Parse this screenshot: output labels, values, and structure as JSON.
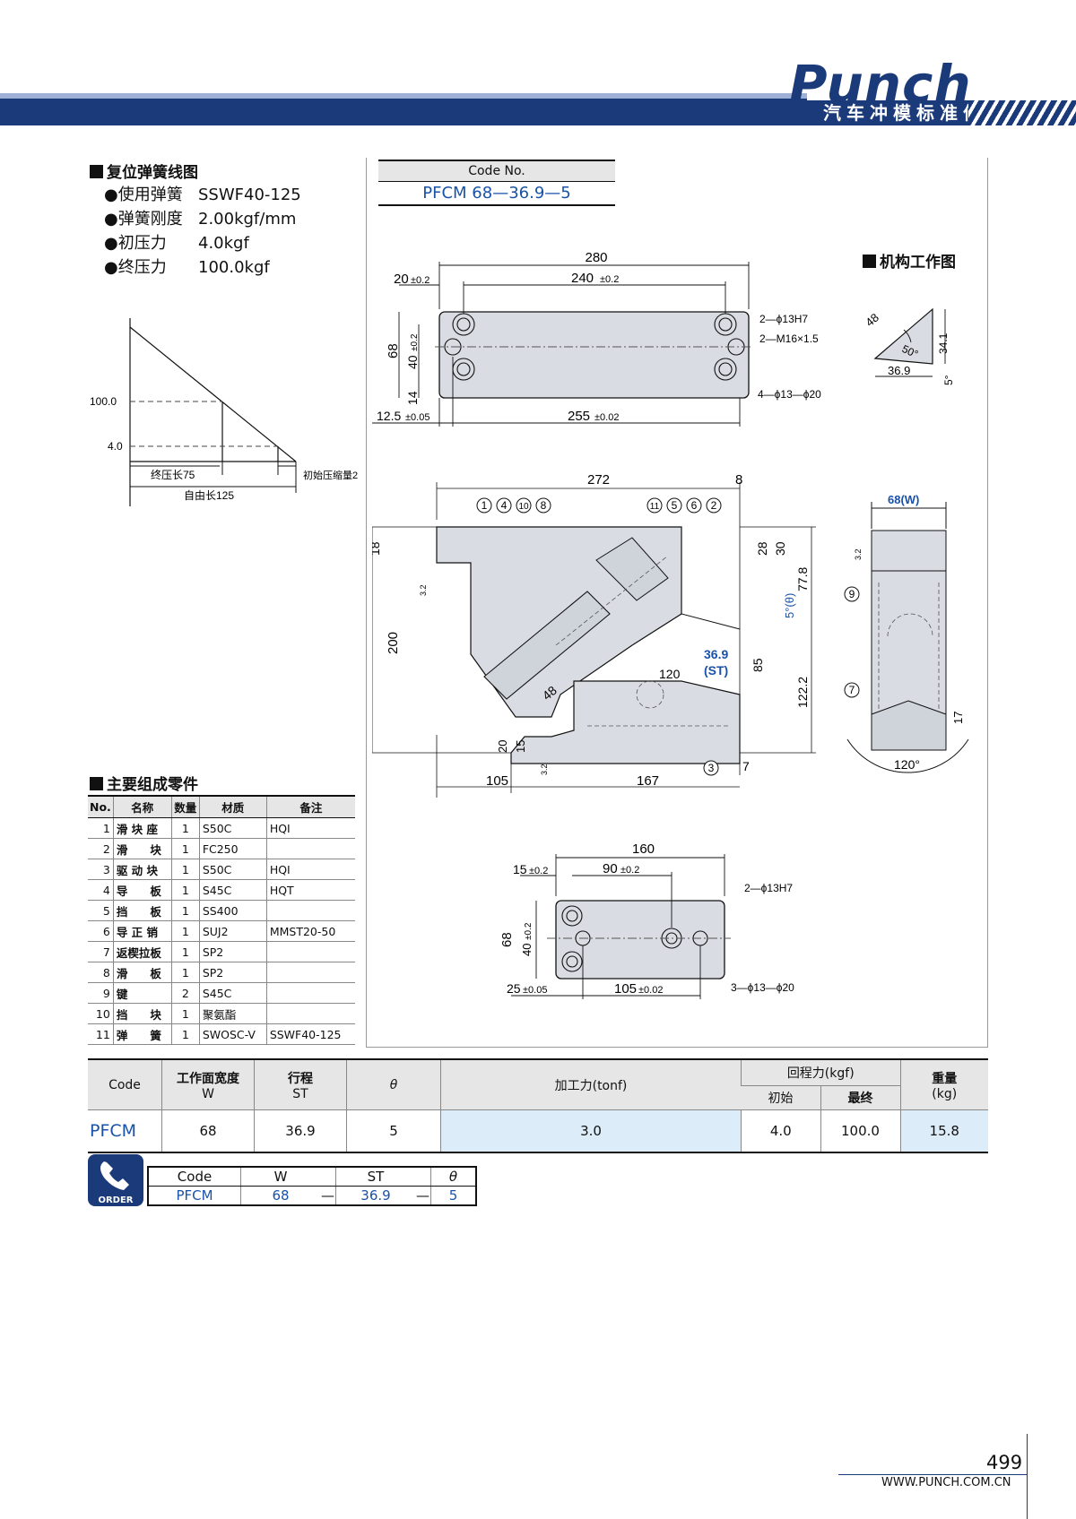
{
  "header": {
    "logo_text": "Punch",
    "subtitle": "汽车冲模标准件"
  },
  "spring": {
    "title": "复位弹簧线图",
    "specs": [
      {
        "label": "●使用弹簧",
        "value": "SSWF40-125"
      },
      {
        "label": "●弹簧刚度",
        "value": "2.00kgf/mm"
      },
      {
        "label": "●初压力",
        "value": "4.0kgf"
      },
      {
        "label": "●终压力",
        "value": "100.0kgf"
      }
    ],
    "graph": {
      "y_high": "100.0",
      "y_low": "4.0",
      "label_final_len": "终压长75",
      "label_initial_comp": "初始压缩量2",
      "label_free_len": "自由长125"
    }
  },
  "code_box": {
    "title": "Code No.",
    "value": "PFCM 68—36.9—5"
  },
  "drawing": {
    "mech_title": "机构工作图",
    "top_plate": {
      "d280": "280",
      "d20": "20",
      "d240": "240",
      "tol02": "±0.2",
      "d68": "68",
      "d40": "40",
      "d14": "14",
      "d12_5": "12.5",
      "tol005": "±0.05",
      "d255": "255",
      "tol002": "±0.02",
      "hole1": "2—ϕ13H7",
      "hole2": "2—M16×1.5",
      "hole3": "4—ϕ13—ϕ20"
    },
    "mech": {
      "d48": "48",
      "d50": "50°",
      "d34": "34.1",
      "d36": "36.9",
      "d5": "5°"
    },
    "front": {
      "d272": "272",
      "d8": "8",
      "d18": "18",
      "d200": "200",
      "d28": "28",
      "d30": "30",
      "d77": "77.8",
      "d5t": "5°(θ)",
      "d36st": "36.9",
      "st": "(ST)",
      "d85": "85",
      "d120": "120",
      "d122": "122.2",
      "d48": "48",
      "d20": "20",
      "d15": "15",
      "d105": "105",
      "d167": "167",
      "d7": "7",
      "rough": "3.2",
      "callouts": [
        "1",
        "4",
        "10",
        "8",
        "11",
        "5",
        "6",
        "2",
        "3"
      ]
    },
    "side": {
      "d68w": "68(W)",
      "d17": "17",
      "d120a": "120°",
      "c9": "9",
      "c7": "7",
      "rough": "3.2"
    },
    "bottom_plate": {
      "d160": "160",
      "d15": "15",
      "d90": "90",
      "tol02": "±0.2",
      "d68": "68",
      "d40": "40",
      "d25": "25",
      "tol005": "±0.05",
      "d105": "105",
      "tol002": "±0.02",
      "hole1": "2—ϕ13H7",
      "hole2": "3—ϕ13—ϕ20"
    }
  },
  "parts": {
    "title": "主要组成零件",
    "headers": [
      "No.",
      "名称",
      "数量",
      "材质",
      "备注"
    ],
    "rows": [
      [
        "1",
        "滑 块 座",
        "1",
        "S50C",
        "HQI"
      ],
      [
        "2",
        "滑　　块",
        "1",
        "FC250",
        ""
      ],
      [
        "3",
        "驱 动 块",
        "1",
        "S50C",
        "HQI"
      ],
      [
        "4",
        "导　　板",
        "1",
        "S45C",
        "HQT"
      ],
      [
        "5",
        "挡　　板",
        "1",
        "SS400",
        ""
      ],
      [
        "6",
        "导 正 销",
        "1",
        "SUJ2",
        "MMST20-50"
      ],
      [
        "7",
        "返楔拉板",
        "1",
        "SP2",
        ""
      ],
      [
        "8",
        "滑　　板",
        "1",
        "SP2",
        ""
      ],
      [
        "9",
        "键",
        "2",
        "S45C",
        ""
      ],
      [
        "10",
        "挡　　块",
        "1",
        "聚氨酯",
        ""
      ],
      [
        "11",
        "弹　　簧",
        "1",
        "SWOSC-V",
        "SSWF40-125"
      ]
    ]
  },
  "spec_table": {
    "h_code": "Code",
    "h_w": "工作面宽度",
    "h_w2": "W",
    "h_st": "行程",
    "h_st2": "ST",
    "h_theta": "θ",
    "h_force": "加工力(tonf)",
    "h_return": "回程力(kgf)",
    "h_init": "初始",
    "h_final": "最终",
    "h_weight": "重量",
    "h_weight2": "(kg)",
    "row": {
      "code": "PFCM",
      "w": "68",
      "st": "36.9",
      "theta": "5",
      "force": "3.0",
      "init": "4.0",
      "final": "100.0",
      "weight": "15.8"
    }
  },
  "order": {
    "icon_text": "ORDER",
    "headers": [
      "Code",
      "W",
      "",
      "ST",
      "",
      "θ"
    ],
    "values": [
      "PFCM",
      "68",
      "—",
      "36.9",
      "—",
      "5"
    ]
  },
  "footer": {
    "page": "499",
    "site": "WWW.PUNCH.COM.CN"
  }
}
